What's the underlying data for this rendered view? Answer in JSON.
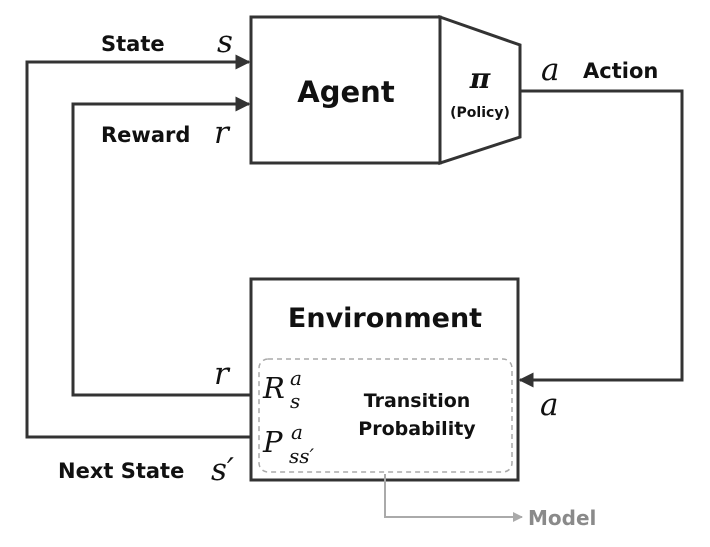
{
  "agent": {
    "label": "Agent"
  },
  "policy": {
    "symbol": "π",
    "label": "(Policy)"
  },
  "environment": {
    "label": "Environment"
  },
  "signals": {
    "state": {
      "label": "State",
      "symbol": "s"
    },
    "reward": {
      "label": "Reward",
      "symbol": "r"
    },
    "action": {
      "label": "Action",
      "symbol": "a"
    },
    "action_in_symbol": "a",
    "reward_out_symbol": "r",
    "next_state": {
      "label": "Next State",
      "symbol": "s′"
    }
  },
  "model": {
    "reward_symbol": "R",
    "reward_sub": "s",
    "reward_sup": "a",
    "transition_symbol": "P",
    "transition_sub": "ss′",
    "transition_sup": "a",
    "transition_line1": "Transition",
    "transition_line2": "Probability",
    "label": "Model"
  },
  "colors": {
    "stroke": "#333333",
    "dashed": "#aaaaaa",
    "model": "#8a8a8a"
  }
}
